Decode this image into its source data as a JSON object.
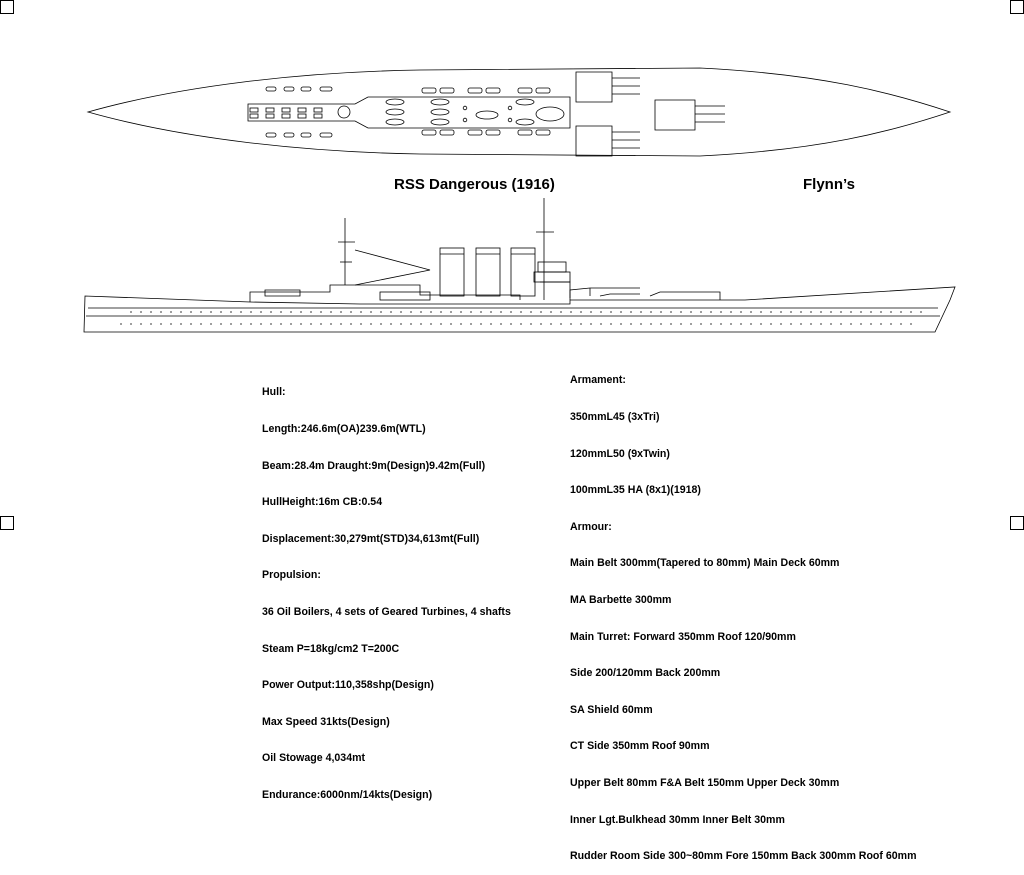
{
  "ship_name": "RSS Dangerous (1916)",
  "author": "Flynn’s",
  "hull": [
    "Hull:",
    "Length:246.6m(OA)239.6m(WTL)",
    "Beam:28.4m Draught:9m(Design)9.42m(Full)",
    "HullHeight:16m CB:0.54",
    "Displacement:30,279mt(STD)34,613mt(Full)",
    "Propulsion:",
    "36 Oil Boilers, 4 sets of Geared Turbines, 4 shafts",
    "Steam P=18kg/cm2 T=200C",
    "Power Output:110,358shp(Design)",
    "Max Speed 31kts(Design)",
    "Oil Stowage 4,034mt",
    "Endurance:6000nm/14kts(Design)"
  ],
  "armament": [
    "Armament:",
    "350mmL45 (3xTri)",
    "120mmL50 (9xTwin)",
    "100mmL35 HA (8x1)(1918)",
    "Armour:",
    "Main Belt 300mm(Tapered to 80mm) Main Deck 60mm",
    "MA Barbette 300mm",
    "Main Turret: Forward 350mm Roof 120/90mm",
    "Side 200/120mm Back 200mm",
    "SA Shield 60mm",
    "CT Side 350mm Roof 90mm",
    "Upper Belt 80mm F&A Belt 150mm Upper Deck 30mm",
    "Inner Lgt.Bulkhead 30mm Inner Belt 30mm",
    "Rudder Room Side 300~80mm Fore 150mm Back 300mm Roof 60mm"
  ]
}
